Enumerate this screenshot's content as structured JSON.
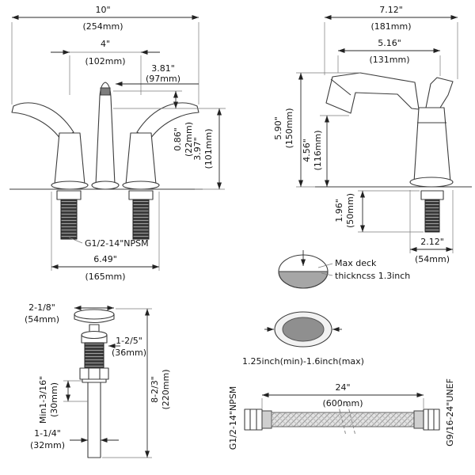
{
  "front_view": {
    "total_width_in": "10\"",
    "total_width_mm": "(254mm)",
    "handle_spacing_in": "4\"",
    "handle_spacing_mm": "(102mm)",
    "spout_reach_in": "3.81\"",
    "spout_reach_mm": "(97mm)",
    "aerator_height_in": "0.86\"",
    "aerator_height_mm": "(22mm)",
    "spout_height_in": "3.97\"",
    "spout_height_mm": "(101mm)",
    "inlet_thread": "G1/2-14\"NPSM",
    "base_width_in": "6.49\"",
    "base_width_mm": "(165mm)"
  },
  "side_view": {
    "total_depth_in": "7.12\"",
    "total_depth_mm": "(181mm)",
    "spout_reach_in": "5.16\"",
    "spout_reach_mm": "(131mm)",
    "total_height_in": "5.90\"",
    "total_height_mm": "(150mm)",
    "spout_height_in": "4.56\"",
    "spout_height_mm": "(116mm)",
    "shank_length_in": "1.96\"",
    "shank_length_mm": "(50mm)",
    "base_depth_in": "2.12\"",
    "base_depth_mm": "(54mm)"
  },
  "deck_info": {
    "max_deck_line1": "Max deck",
    "max_deck_line2": "thickncss 1.3inch",
    "hole_size": "1.25inch(min)-1.6inch(max)"
  },
  "drain": {
    "cap_width_in": "2-1/8\"",
    "cap_width_mm": "(54mm)",
    "flange_width_in": "1-2/5\"",
    "flange_width_mm": "(36mm)",
    "min_depth_in": "Min1-3/16\"",
    "min_depth_mm": "(30mm)",
    "total_height_in": "8-2/3\"",
    "total_height_mm": "(220mm)",
    "pipe_width_in": "1-1/4\"",
    "pipe_width_mm": "(32mm)"
  },
  "hose": {
    "left_thread": "G1/2-14\"NPSM",
    "length_in": "24\"",
    "length_mm": "(600mm)",
    "right_thread": "G9/16-24\"UNEF"
  }
}
